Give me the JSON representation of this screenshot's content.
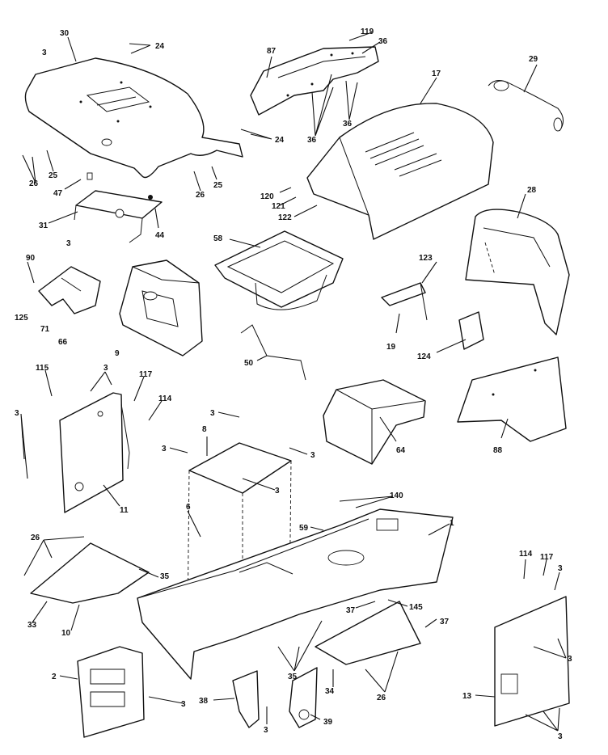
{
  "labels": {
    "l30": "30",
    "l3a": "3",
    "l24a": "24",
    "l87": "87",
    "l119": "119",
    "l36a": "36",
    "l29": "29",
    "l17": "17",
    "l36b": "36",
    "l36c": "36",
    "l24b": "24",
    "l26a": "26",
    "l25a": "25",
    "l26b": "26",
    "l25b": "25",
    "l47": "47",
    "l120": "120",
    "l121": "121",
    "l122": "122",
    "l28": "28",
    "l31": "31",
    "l44": "44",
    "l3b": "3",
    "l58": "58",
    "l90": "90",
    "l125": "125",
    "l71": "71",
    "l66": "66",
    "l9": "9",
    "l123": "123",
    "l19": "19",
    "l124": "124",
    "l50": "50",
    "l115": "115",
    "l3c": "3",
    "l117a": "117",
    "l114a": "114",
    "l3d": "3",
    "l11": "11",
    "l3e": "3",
    "l8": "8",
    "l3f": "3",
    "l3g": "3",
    "l3h": "3",
    "l64": "64",
    "l88": "88",
    "l140": "140",
    "l1": "1",
    "l59": "59",
    "l26c": "26",
    "l6": "6",
    "l35a": "35",
    "l33": "33",
    "l10": "10",
    "l37a": "37",
    "l145": "145",
    "l37b": "37",
    "l114b": "114",
    "l117b": "117",
    "l3i": "3",
    "l3j": "3",
    "l2": "2",
    "l3k": "3",
    "l35b": "35",
    "l34": "34",
    "l26d": "26",
    "l38": "38",
    "l3l": "3",
    "l39": "39",
    "l13": "13",
    "l3m": "3"
  }
}
